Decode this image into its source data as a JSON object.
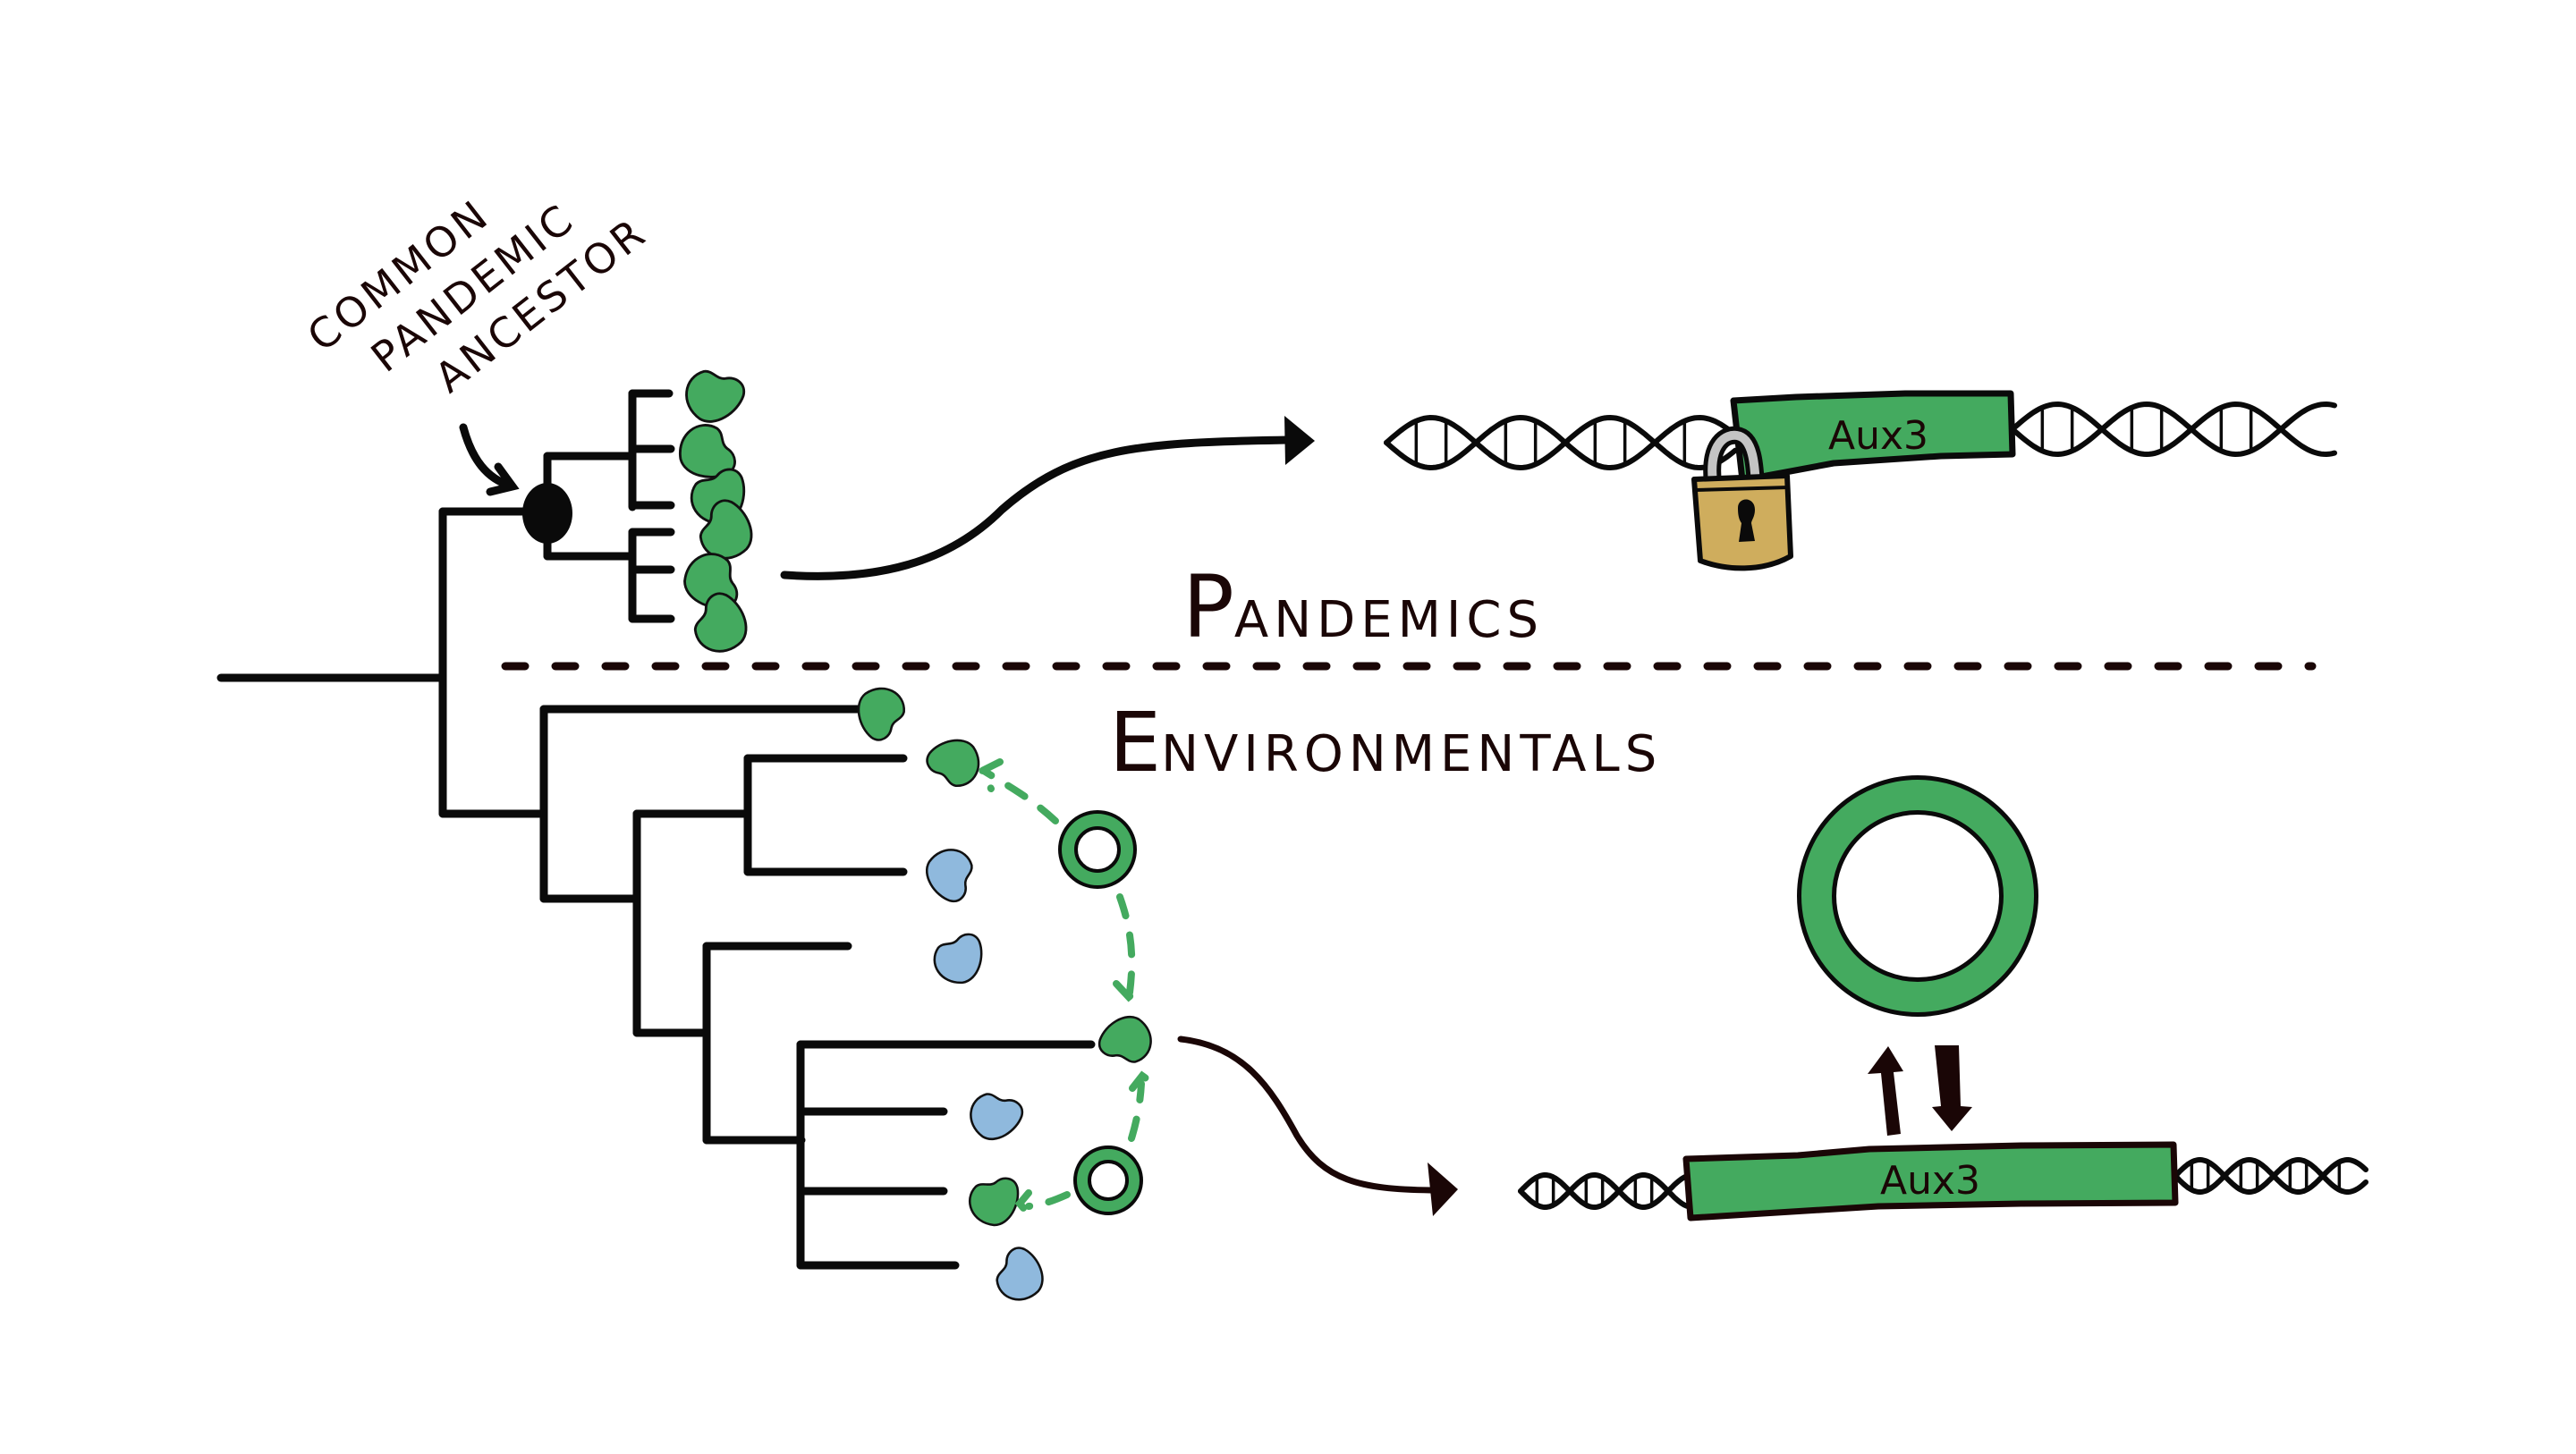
{
  "figure": {
    "annotation": {
      "lines": [
        "COMMON",
        "PANDEMIC",
        "ANCESTOR"
      ]
    },
    "sections": {
      "top": {
        "label_initial": "P",
        "label_rest": "ANDEMICS"
      },
      "bottom": {
        "label_initial": "E",
        "label_rest": "NVIRONMENTALS"
      }
    },
    "gene_top": {
      "label": "Aux3",
      "state": "locked"
    },
    "gene_bottom": {
      "label": "Aux3",
      "state": "mobile"
    },
    "colors": {
      "ink": "#0a0a0a",
      "ink_brown": "#1a0606",
      "green": "#44aa5f",
      "blue": "#8fb9dd",
      "lock_gold": "#cfad5d",
      "lock_shackle": "#c4c4c4"
    },
    "pandemic_clade": {
      "leaves": [
        "green",
        "green",
        "green",
        "green",
        "green",
        "green"
      ]
    },
    "environmental_clade": {
      "leaves": [
        "green",
        "green",
        "blue",
        "blue",
        "green",
        "blue",
        "green",
        "blue"
      ]
    },
    "icons": {
      "ancestor_node": "filled-node",
      "plasmid": "ring",
      "lock": "padlock"
    }
  }
}
